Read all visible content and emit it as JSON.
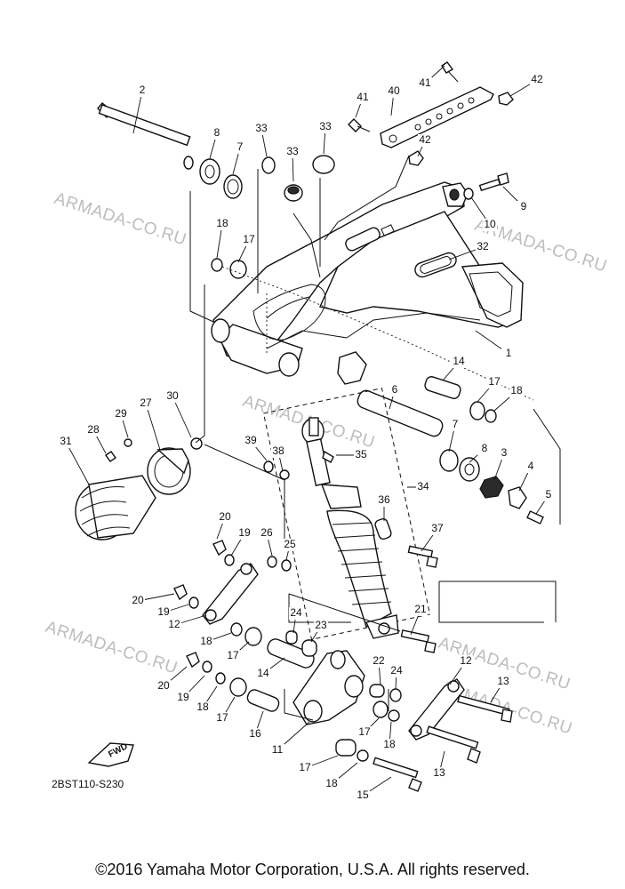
{
  "watermarks": [
    "ARMADA-CO.RU",
    "ARMADA-CO.RU",
    "ARMADA-CO.RU",
    "ARMADA-CO.RU",
    "ARMADA-CO.RU",
    "ARMADA-CO.RU"
  ],
  "callouts": [
    "1",
    "2",
    "3",
    "4",
    "5",
    "6",
    "7",
    "7",
    "8",
    "8",
    "9",
    "10",
    "11",
    "12",
    "12",
    "13",
    "13",
    "14",
    "14",
    "15",
    "16",
    "17",
    "17",
    "17",
    "17",
    "17",
    "17",
    "18",
    "18",
    "18",
    "18",
    "18",
    "18",
    "19",
    "19",
    "19",
    "20",
    "20",
    "20",
    "21",
    "22",
    "23",
    "24",
    "24",
    "25",
    "26",
    "27",
    "28",
    "29",
    "30",
    "31",
    "32",
    "33",
    "33",
    "33",
    "34",
    "35",
    "36",
    "37",
    "38",
    "39",
    "40",
    "41",
    "41",
    "42",
    "42"
  ],
  "fwd_label": "FWD",
  "diagram_ref": "2BST110-S230",
  "copyright": "©2016 Yamaha Motor Corporation, U.S.A. All rights reserved."
}
